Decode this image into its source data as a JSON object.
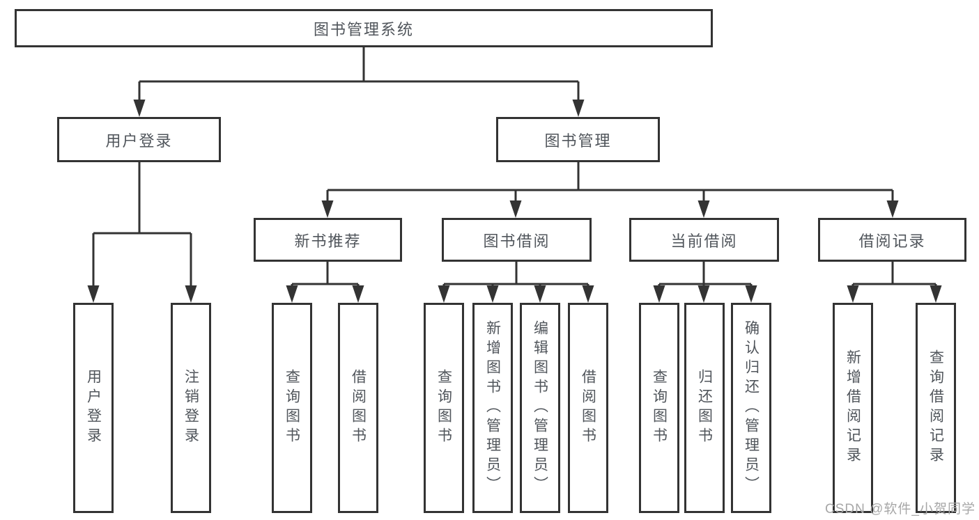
{
  "diagram_title": "图书管理系统",
  "watermark": "CSDN @软件_小贺同学",
  "colors": {
    "line": "#333333",
    "box_border": "#333333",
    "text": "#50555b",
    "watermark": "#a7a7a7",
    "background": "#ffffff"
  },
  "tree": {
    "root": {
      "label": "图书管理系统"
    },
    "branches": [
      {
        "label": "用户登录",
        "children": [
          {
            "label": "用户登录"
          },
          {
            "label": "注销登录"
          }
        ]
      },
      {
        "label": "图书管理",
        "children": [
          {
            "label": "新书推荐",
            "children": [
              {
                "label": "查询图书"
              },
              {
                "label": "借阅图书"
              }
            ]
          },
          {
            "label": "图书借阅",
            "children": [
              {
                "label": "查询图书"
              },
              {
                "label": "新增图书（管理员）"
              },
              {
                "label": "编辑图书（管理员）"
              },
              {
                "label": "借阅图书"
              }
            ]
          },
          {
            "label": "当前借阅",
            "children": [
              {
                "label": "查询图书"
              },
              {
                "label": "归还图书"
              },
              {
                "label": "确认归还（管理员）"
              }
            ]
          },
          {
            "label": "借阅记录",
            "children": [
              {
                "label": "新增借阅记录"
              },
              {
                "label": "查询借阅记录"
              }
            ]
          }
        ]
      }
    ]
  }
}
